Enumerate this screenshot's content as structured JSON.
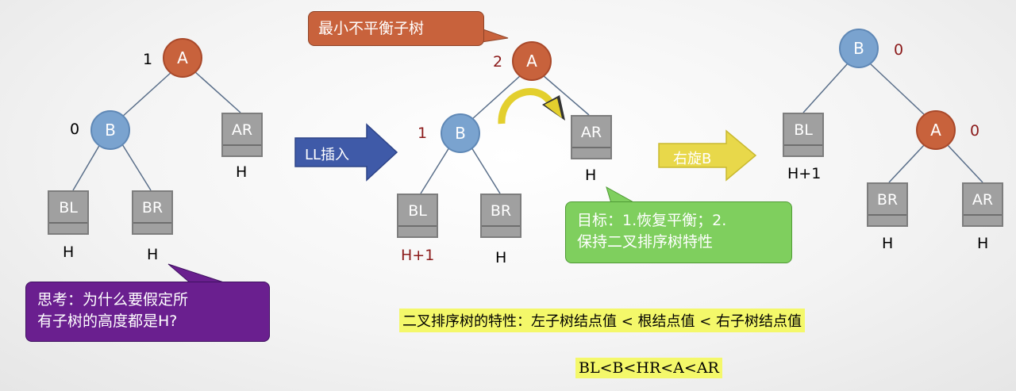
{
  "tree1": {
    "node_A": "A",
    "node_B": "B",
    "bf_A": "1",
    "bf_B": "0",
    "box_AR": "AR",
    "box_BL": "BL",
    "box_BR": "BR",
    "h_AR": "H",
    "h_BL": "H",
    "h_BR": "H"
  },
  "insert_arrow": "LL插入",
  "tree2": {
    "node_A": "A",
    "node_B": "B",
    "bf_A": "2",
    "bf_B": "1",
    "box_AR": "AR",
    "box_BL": "BL",
    "box_BR": "BR",
    "h_AR": "H",
    "h_BL": "H+1",
    "h_BR": "H"
  },
  "callout_min": "最小不平衡子树",
  "rotate_arrow": "右旋B",
  "tree3": {
    "node_B": "B",
    "node_A": "A",
    "bf_B": "0",
    "bf_A": "0",
    "box_BL": "BL",
    "box_BR": "BR",
    "box_AR": "AR",
    "h_BL": "H+1",
    "h_BR": "H",
    "h_AR": "H"
  },
  "callout_goal": {
    "line1": "目标：1.恢复平衡；2.",
    "line2": "保持二叉排序树特性"
  },
  "callout_think": {
    "line1": "思考：为什么要假定所",
    "line2": "有子树的高度都是H?"
  },
  "property_text": "二叉排序树的特性：左子树结点值 < 根结点值 < 右子树结点值",
  "order_text": "BL<B<HR<A<AR",
  "colors": {
    "orange_node": "#c8623c",
    "blue_node": "#7aa3cf",
    "insert_arrow": "#3f5aa8",
    "rotate_arrow": "#e8d84a",
    "callout_min": "#c8623c",
    "callout_goal": "#7fcf5e",
    "callout_think": "#6a1f8f",
    "highlight": "#f4f86a"
  }
}
